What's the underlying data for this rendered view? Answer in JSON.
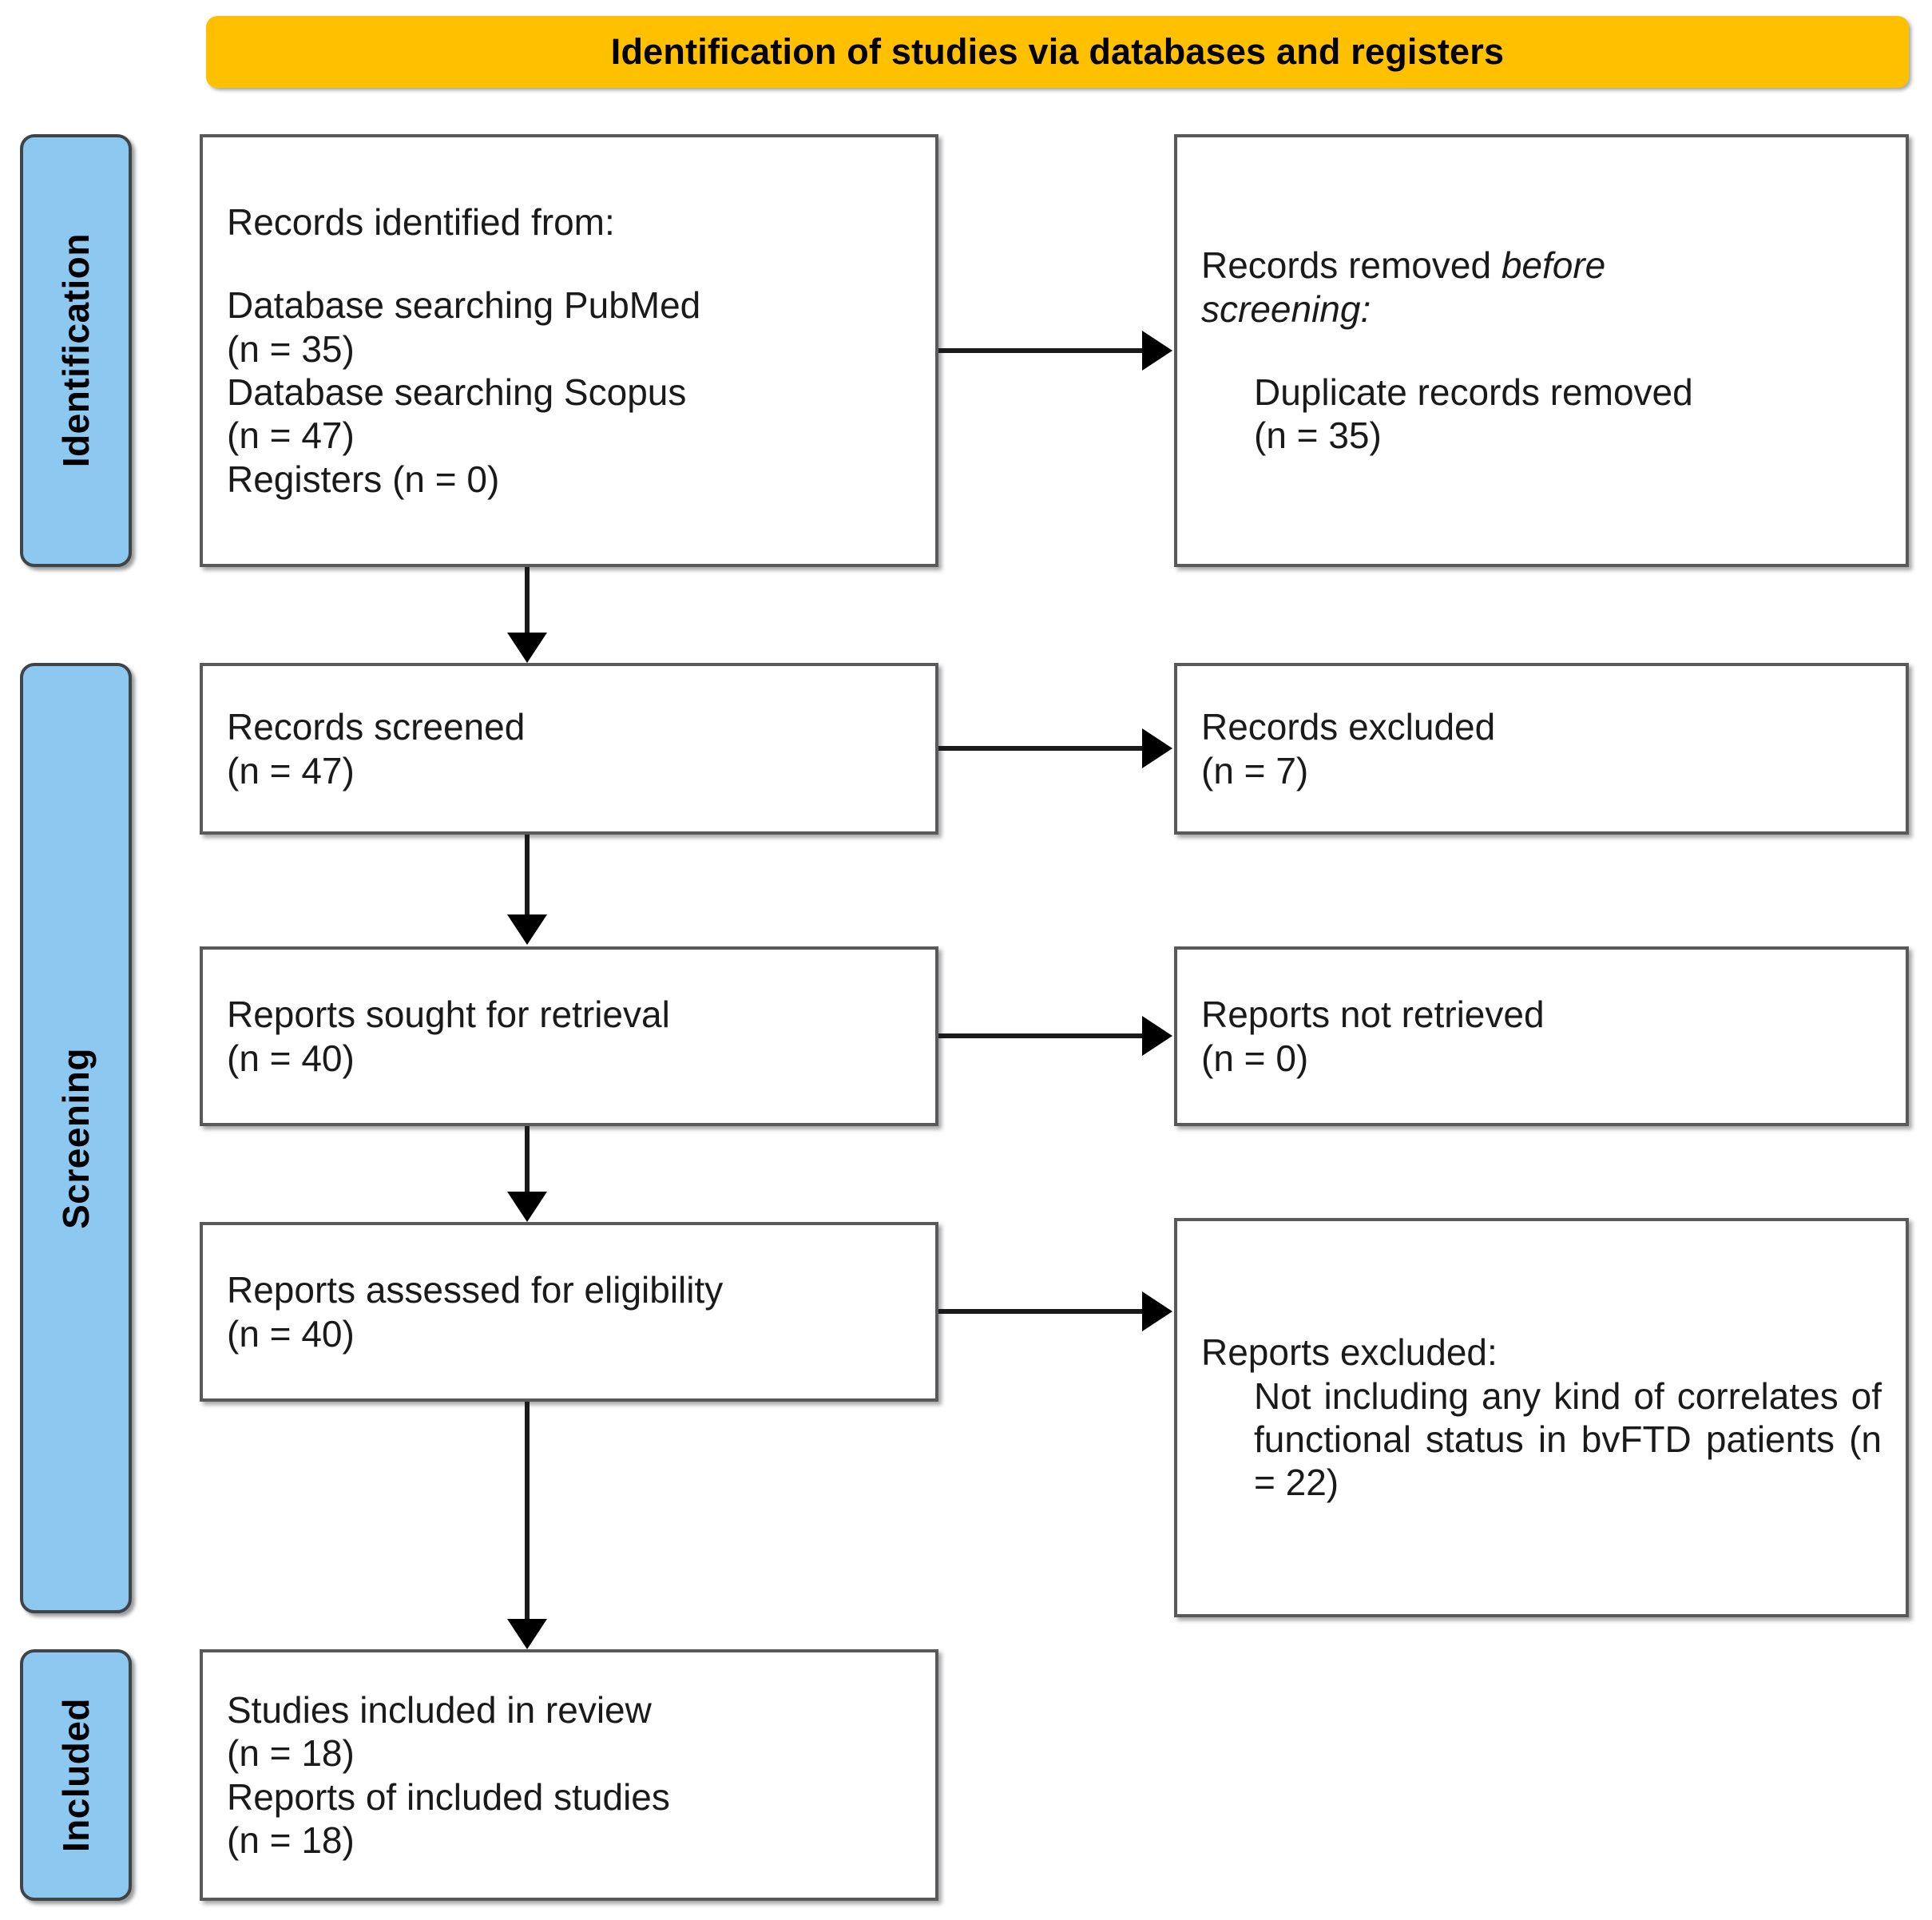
{
  "banner": {
    "title": "Identification of studies via databases and registers",
    "color": "#FFC000"
  },
  "stages": {
    "color": "#8DC8F0",
    "identification": "Identification",
    "screening": "Screening",
    "included": "Included"
  },
  "boxes": {
    "identified": {
      "line1": "Records identified from:",
      "line2": "Database searching PubMed",
      "line3": "(n = 35)",
      "line4": "Database searching Scopus",
      "line5": "(n = 47)",
      "line6": "Registers (n = 0)"
    },
    "removed": {
      "line1": "Records removed ",
      "line1_italic": "before",
      "line2_italic": "screening:",
      "line3": "Duplicate records removed",
      "line4": "(n = 35)"
    },
    "screened": {
      "line1": "Records screened",
      "line2": "(n = 47)"
    },
    "excluded": {
      "line1": "Records excluded",
      "line2": "(n = 7)"
    },
    "sought": {
      "line1": "Reports sought for retrieval",
      "line2": "(n = 40)"
    },
    "not_retrieved": {
      "line1": "Reports not retrieved",
      "line2": "(n = 0)"
    },
    "assessed": {
      "line1": "Reports assessed for eligibility",
      "line2": "(n = 40)"
    },
    "reports_excluded": {
      "line1": "Reports excluded:",
      "line2": "Not including any kind of correlates of functional status in bvFTD patients (n = 22)"
    },
    "included": {
      "line1": "Studies included in review",
      "line2": "(n = 18)",
      "line3": "Reports of included studies",
      "line4": "(n = 18)"
    }
  }
}
